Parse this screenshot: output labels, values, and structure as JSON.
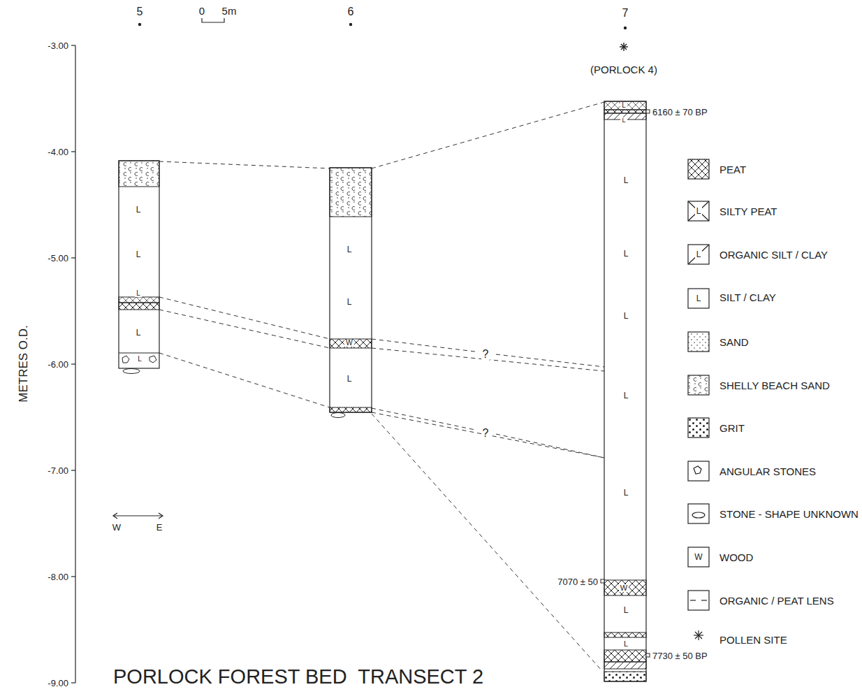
{
  "diagram": {
    "title": "PORLOCK FOREST BED  TRANSECT 2",
    "labels": [
      "5",
      "0",
      "5m",
      "6",
      "7",
      "(PORLOCK 4)",
      "-3.00",
      "-4.00",
      "-5.00",
      "-6.00",
      "-7.00",
      "-8.00",
      "-9.00",
      "METRES O.D.",
      "6160 ± 70 BP",
      "7070 ± 50",
      "7730 ± 50 BP",
      "W",
      "E",
      "L",
      "L",
      "L",
      "L",
      "L",
      "L",
      "L",
      "W",
      "L",
      "L",
      "L",
      "L",
      "L",
      "L",
      "L",
      "L",
      "W",
      "L",
      "L",
      "?",
      "?",
      "L",
      "L",
      "L",
      "W"
    ],
    "legend": [
      {
        "text": "PEAT"
      },
      {
        "text": "SILTY PEAT"
      },
      {
        "text": "ORGANIC SILT / CLAY"
      },
      {
        "text": "SILT / CLAY"
      },
      {
        "text": "SAND"
      },
      {
        "text": "SHELLY BEACH SAND"
      },
      {
        "text": "GRIT"
      },
      {
        "text": "ANGULAR STONES"
      },
      {
        "text": "STONE - SHAPE UNKNOWN"
      },
      {
        "text": "WOOD"
      },
      {
        "text": "ORGANIC / PEAT LENS"
      },
      {
        "text": "POLLEN SITE"
      }
    ]
  }
}
